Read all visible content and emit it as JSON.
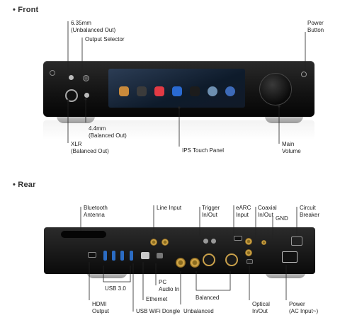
{
  "front": {
    "title": "• Front",
    "labels": {
      "unbalanced_1": "6.35mm",
      "unbalanced_2": "(Unbalanced Out)",
      "output_selector": "Output Selector",
      "power_1": "Power",
      "power_2": "Button",
      "balanced44_1": "4.4mm",
      "balanced44_2": "(Balanced Out)",
      "xlr_1": "XLR",
      "xlr_2": "(Balanced Out)",
      "ips": "IPS Touch Panel",
      "volume_1": "Main",
      "volume_2": "Volume"
    }
  },
  "rear": {
    "title": "• Rear",
    "labels": {
      "bluetooth_1": "Bluetooth",
      "bluetooth_2": "Antenna",
      "line_input": "Line Input",
      "trigger_1": "Trigger",
      "trigger_2": "In/Out",
      "earc_1": "eARC",
      "earc_2": "Input",
      "coaxial_1": "Coaxial",
      "coaxial_2": "In/Out",
      "gnd": "GND",
      "breaker_1": "Circuit",
      "breaker_2": "Breaker",
      "usb30": "USB 3.0",
      "pc_1": "PC",
      "pc_2": "Audio In",
      "ethernet": "Ethernet",
      "balanced": "Balanced",
      "hdmi_1": "HDMI",
      "hdmi_2": "Output",
      "wifi": "USB WiFi Dongle",
      "unbalanced": "Unbalanced",
      "optical_1": "Optical",
      "optical_2": "In/Out",
      "power_1": "Power",
      "power_2": "(AC Input~)"
    }
  }
}
